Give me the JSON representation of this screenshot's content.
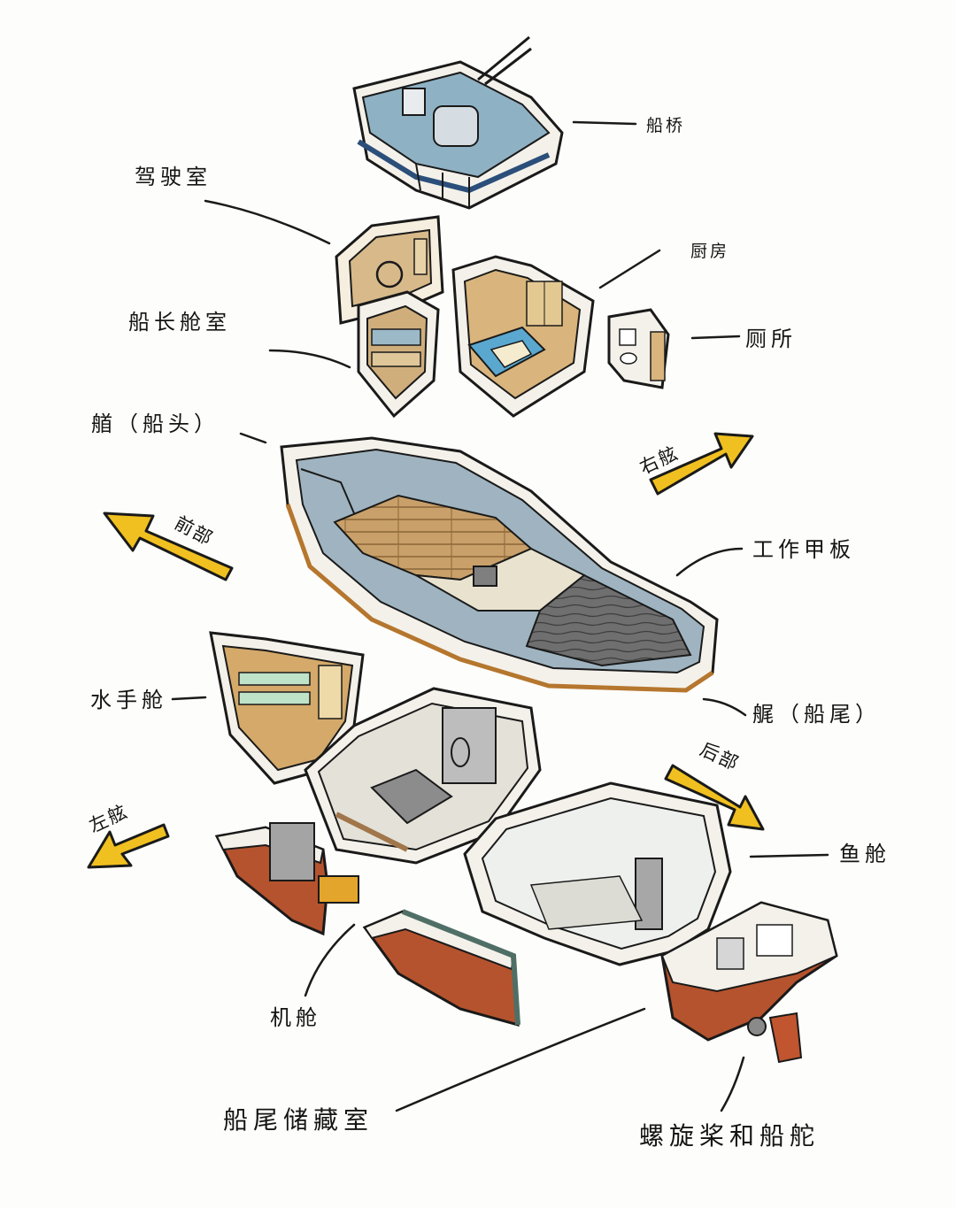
{
  "colors": {
    "outline": "#1a1a1a",
    "arrow": "#f0c020",
    "hull_wood": "#b5532e",
    "deck_wood": "#c9a06a",
    "interior_blue": "#7da3b8",
    "hull_white": "#f4f1ea"
  },
  "labels": {
    "bridge": "船桥",
    "wheelhouse": "驾驶室",
    "galley": "厨房",
    "captain_cabin": "船长舱室",
    "toilet": "厕所",
    "bow": "艏（船头）",
    "work_deck": "工作甲板",
    "stern": "艉（船尾）",
    "crew_cabin": "水手舱",
    "fish_hold": "鱼舱",
    "engine_room": "机舱",
    "stern_storage": "船尾储藏室",
    "propeller_rudder": "螺旋桨和船舵"
  },
  "arrows": {
    "forward": "前部",
    "starboard": "右舷",
    "port": "左舷",
    "aft": "后部"
  },
  "icons": {
    "forward_arrow": "arrow-up-left-icon",
    "starboard_arrow": "arrow-up-right-icon",
    "port_arrow": "arrow-down-left-icon",
    "aft_arrow": "arrow-down-right-icon"
  }
}
